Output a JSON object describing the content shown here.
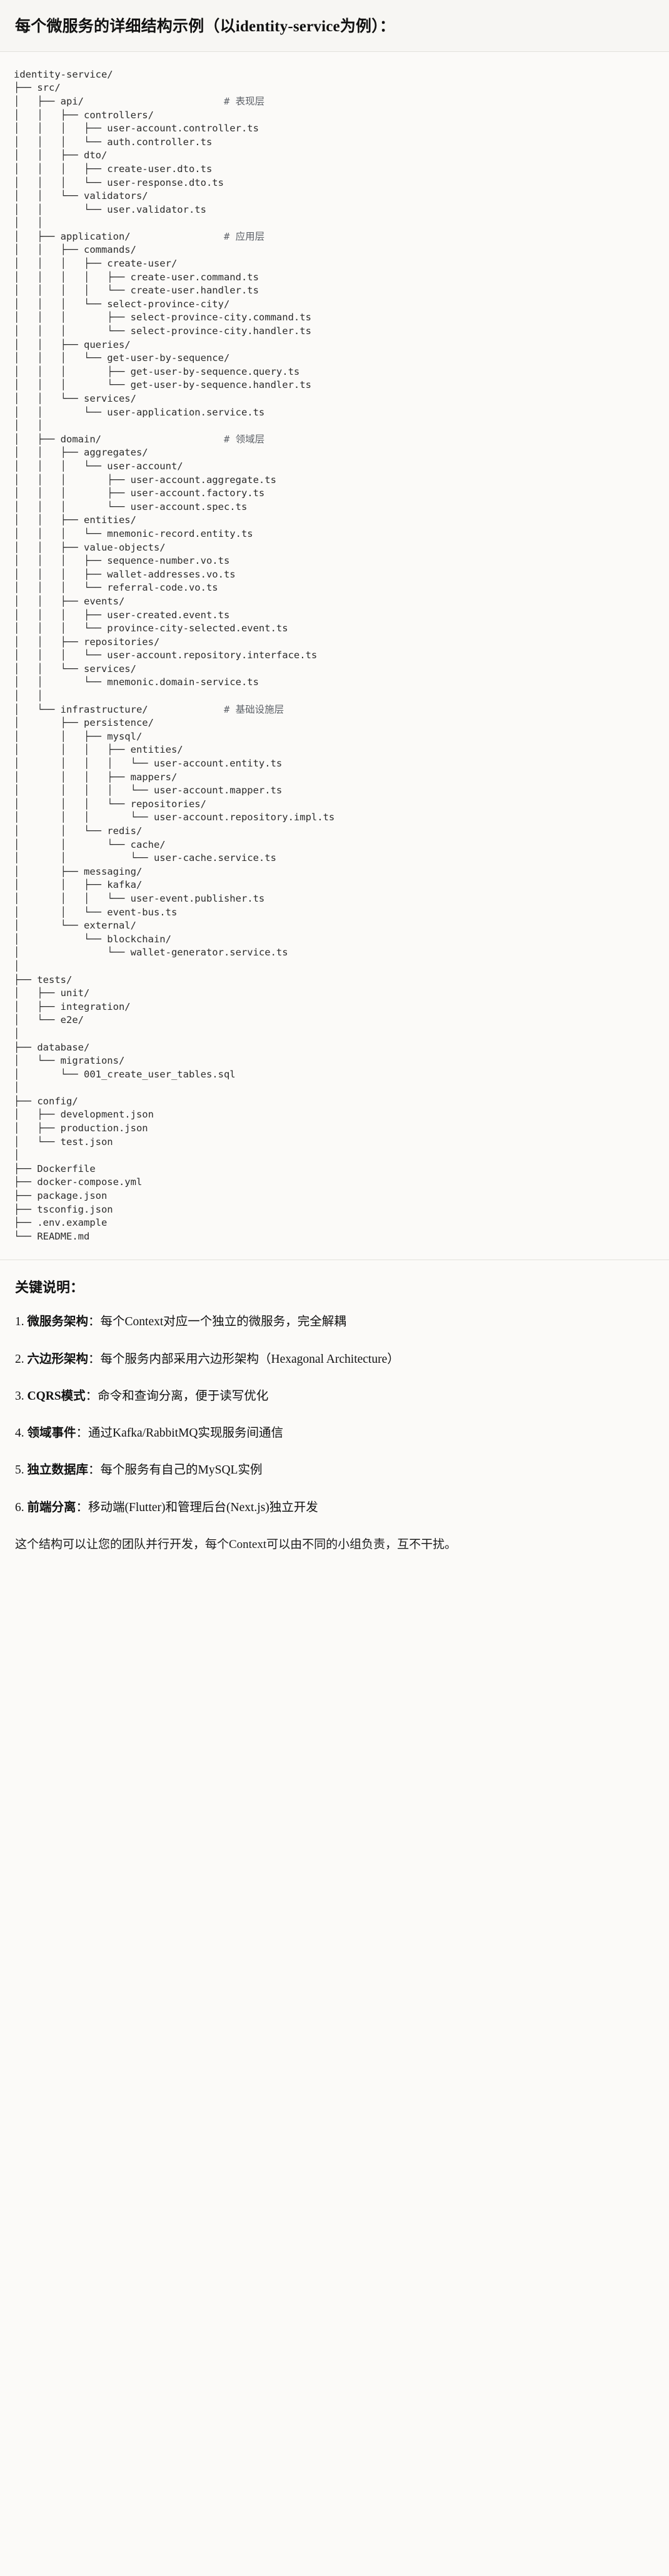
{
  "heading": {
    "title": "每个微服务的详细结构示例（以identity-service为例）："
  },
  "tree": {
    "root": "identity-service/",
    "lines": [
      {
        "prefix": "",
        "label": "identity-service/",
        "comment": ""
      },
      {
        "prefix": "├── ",
        "label": "src/",
        "comment": ""
      },
      {
        "prefix": "│   ├── ",
        "label": "api/",
        "comment": "# 表现层"
      },
      {
        "prefix": "│   │   ├── ",
        "label": "controllers/",
        "comment": ""
      },
      {
        "prefix": "│   │   │   ├── ",
        "label": "user-account.controller.ts",
        "comment": ""
      },
      {
        "prefix": "│   │   │   └── ",
        "label": "auth.controller.ts",
        "comment": ""
      },
      {
        "prefix": "│   │   ├── ",
        "label": "dto/",
        "comment": ""
      },
      {
        "prefix": "│   │   │   ├── ",
        "label": "create-user.dto.ts",
        "comment": ""
      },
      {
        "prefix": "│   │   │   └── ",
        "label": "user-response.dto.ts",
        "comment": ""
      },
      {
        "prefix": "│   │   └── ",
        "label": "validators/",
        "comment": ""
      },
      {
        "prefix": "│   │       └── ",
        "label": "user.validator.ts",
        "comment": ""
      },
      {
        "prefix": "│   │",
        "label": "",
        "comment": ""
      },
      {
        "prefix": "│   ├── ",
        "label": "application/",
        "comment": "# 应用层"
      },
      {
        "prefix": "│   │   ├── ",
        "label": "commands/",
        "comment": ""
      },
      {
        "prefix": "│   │   │   ├── ",
        "label": "create-user/",
        "comment": ""
      },
      {
        "prefix": "│   │   │   │   ├── ",
        "label": "create-user.command.ts",
        "comment": ""
      },
      {
        "prefix": "│   │   │   │   └── ",
        "label": "create-user.handler.ts",
        "comment": ""
      },
      {
        "prefix": "│   │   │   └── ",
        "label": "select-province-city/",
        "comment": ""
      },
      {
        "prefix": "│   │   │       ├── ",
        "label": "select-province-city.command.ts",
        "comment": ""
      },
      {
        "prefix": "│   │   │       └── ",
        "label": "select-province-city.handler.ts",
        "comment": ""
      },
      {
        "prefix": "│   │   ├── ",
        "label": "queries/",
        "comment": ""
      },
      {
        "prefix": "│   │   │   └── ",
        "label": "get-user-by-sequence/",
        "comment": ""
      },
      {
        "prefix": "│   │   │       ├── ",
        "label": "get-user-by-sequence.query.ts",
        "comment": ""
      },
      {
        "prefix": "│   │   │       └── ",
        "label": "get-user-by-sequence.handler.ts",
        "comment": ""
      },
      {
        "prefix": "│   │   └── ",
        "label": "services/",
        "comment": ""
      },
      {
        "prefix": "│   │       └── ",
        "label": "user-application.service.ts",
        "comment": ""
      },
      {
        "prefix": "│   │",
        "label": "",
        "comment": ""
      },
      {
        "prefix": "│   ├── ",
        "label": "domain/",
        "comment": "# 领域层"
      },
      {
        "prefix": "│   │   ├── ",
        "label": "aggregates/",
        "comment": ""
      },
      {
        "prefix": "│   │   │   └── ",
        "label": "user-account/",
        "comment": ""
      },
      {
        "prefix": "│   │   │       ├── ",
        "label": "user-account.aggregate.ts",
        "comment": ""
      },
      {
        "prefix": "│   │   │       ├── ",
        "label": "user-account.factory.ts",
        "comment": ""
      },
      {
        "prefix": "│   │   │       └── ",
        "label": "user-account.spec.ts",
        "comment": ""
      },
      {
        "prefix": "│   │   ├── ",
        "label": "entities/",
        "comment": ""
      },
      {
        "prefix": "│   │   │   └── ",
        "label": "mnemonic-record.entity.ts",
        "comment": ""
      },
      {
        "prefix": "│   │   ├── ",
        "label": "value-objects/",
        "comment": ""
      },
      {
        "prefix": "│   │   │   ├── ",
        "label": "sequence-number.vo.ts",
        "comment": ""
      },
      {
        "prefix": "│   │   │   ├── ",
        "label": "wallet-addresses.vo.ts",
        "comment": ""
      },
      {
        "prefix": "│   │   │   └── ",
        "label": "referral-code.vo.ts",
        "comment": ""
      },
      {
        "prefix": "│   │   ├── ",
        "label": "events/",
        "comment": ""
      },
      {
        "prefix": "│   │   │   ├── ",
        "label": "user-created.event.ts",
        "comment": ""
      },
      {
        "prefix": "│   │   │   └── ",
        "label": "province-city-selected.event.ts",
        "comment": ""
      },
      {
        "prefix": "│   │   ├── ",
        "label": "repositories/",
        "comment": ""
      },
      {
        "prefix": "│   │   │   └── ",
        "label": "user-account.repository.interface.ts",
        "comment": ""
      },
      {
        "prefix": "│   │   └── ",
        "label": "services/",
        "comment": ""
      },
      {
        "prefix": "│   │       └── ",
        "label": "mnemonic.domain-service.ts",
        "comment": ""
      },
      {
        "prefix": "│   │",
        "label": "",
        "comment": ""
      },
      {
        "prefix": "│   └── ",
        "label": "infrastructure/",
        "comment": "# 基础设施层"
      },
      {
        "prefix": "│       ├── ",
        "label": "persistence/",
        "comment": ""
      },
      {
        "prefix": "│       │   ├── ",
        "label": "mysql/",
        "comment": ""
      },
      {
        "prefix": "│       │   │   ├── ",
        "label": "entities/",
        "comment": ""
      },
      {
        "prefix": "│       │   │   │   └── ",
        "label": "user-account.entity.ts",
        "comment": ""
      },
      {
        "prefix": "│       │   │   ├── ",
        "label": "mappers/",
        "comment": ""
      },
      {
        "prefix": "│       │   │   │   └── ",
        "label": "user-account.mapper.ts",
        "comment": ""
      },
      {
        "prefix": "│       │   │   └── ",
        "label": "repositories/",
        "comment": ""
      },
      {
        "prefix": "│       │   │       └── ",
        "label": "user-account.repository.impl.ts",
        "comment": ""
      },
      {
        "prefix": "│       │   └── ",
        "label": "redis/",
        "comment": ""
      },
      {
        "prefix": "│       │       └── ",
        "label": "cache/",
        "comment": ""
      },
      {
        "prefix": "│       │           └── ",
        "label": "user-cache.service.ts",
        "comment": ""
      },
      {
        "prefix": "│       ├── ",
        "label": "messaging/",
        "comment": ""
      },
      {
        "prefix": "│       │   ├── ",
        "label": "kafka/",
        "comment": ""
      },
      {
        "prefix": "│       │   │   └── ",
        "label": "user-event.publisher.ts",
        "comment": ""
      },
      {
        "prefix": "│       │   └── ",
        "label": "event-bus.ts",
        "comment": ""
      },
      {
        "prefix": "│       └── ",
        "label": "external/",
        "comment": ""
      },
      {
        "prefix": "│           └── ",
        "label": "blockchain/",
        "comment": ""
      },
      {
        "prefix": "│               └── ",
        "label": "wallet-generator.service.ts",
        "comment": ""
      },
      {
        "prefix": "│",
        "label": "",
        "comment": ""
      },
      {
        "prefix": "├── ",
        "label": "tests/",
        "comment": ""
      },
      {
        "prefix": "│   ├── ",
        "label": "unit/",
        "comment": ""
      },
      {
        "prefix": "│   ├── ",
        "label": "integration/",
        "comment": ""
      },
      {
        "prefix": "│   └── ",
        "label": "e2e/",
        "comment": ""
      },
      {
        "prefix": "│",
        "label": "",
        "comment": ""
      },
      {
        "prefix": "├── ",
        "label": "database/",
        "comment": ""
      },
      {
        "prefix": "│   └── ",
        "label": "migrations/",
        "comment": ""
      },
      {
        "prefix": "│       └── ",
        "label": "001_create_user_tables.sql",
        "comment": ""
      },
      {
        "prefix": "│",
        "label": "",
        "comment": ""
      },
      {
        "prefix": "├── ",
        "label": "config/",
        "comment": ""
      },
      {
        "prefix": "│   ├── ",
        "label": "development.json",
        "comment": ""
      },
      {
        "prefix": "│   ├── ",
        "label": "production.json",
        "comment": ""
      },
      {
        "prefix": "│   └── ",
        "label": "test.json",
        "comment": ""
      },
      {
        "prefix": "│",
        "label": "",
        "comment": ""
      },
      {
        "prefix": "├── ",
        "label": "Dockerfile",
        "comment": ""
      },
      {
        "prefix": "├── ",
        "label": "docker-compose.yml",
        "comment": ""
      },
      {
        "prefix": "├── ",
        "label": "package.json",
        "comment": ""
      },
      {
        "prefix": "├── ",
        "label": "tsconfig.json",
        "comment": ""
      },
      {
        "prefix": "├── ",
        "label": ".env.example",
        "comment": ""
      },
      {
        "prefix": "└── ",
        "label": "README.md",
        "comment": ""
      }
    ]
  },
  "notes": {
    "title": "关键说明：",
    "items": [
      {
        "index": "1.",
        "term": "微服务架构",
        "sep": "：",
        "text": "每个Context对应一个独立的微服务，完全解耦"
      },
      {
        "index": "2.",
        "term": "六边形架构",
        "sep": "：",
        "text": "每个服务内部采用六边形架构（Hexagonal Architecture）"
      },
      {
        "index": "3.",
        "term": "CQRS模式",
        "sep": "：",
        "text": "命令和查询分离，便于读写优化"
      },
      {
        "index": "4.",
        "term": "领域事件",
        "sep": "：",
        "text": "通过Kafka/RabbitMQ实现服务间通信"
      },
      {
        "index": "5.",
        "term": "独立数据库",
        "sep": "：",
        "text": "每个服务有自己的MySQL实例"
      },
      {
        "index": "6.",
        "term": "前端分离",
        "sep": "：",
        "text": "移动端(Flutter)和管理后台(Next.js)独立开发"
      }
    ],
    "closing": "这个结构可以让您的团队并行开发，每个Context可以由不同的小组负责，互不干扰。"
  },
  "colors": {
    "page_bg": "#fbfaf8",
    "heading_bg": "#f7f6f3",
    "divider": "#e3e1dc",
    "code_text": "#2b2b2b",
    "comment_text": "#5d6168",
    "body_text": "#111111"
  }
}
